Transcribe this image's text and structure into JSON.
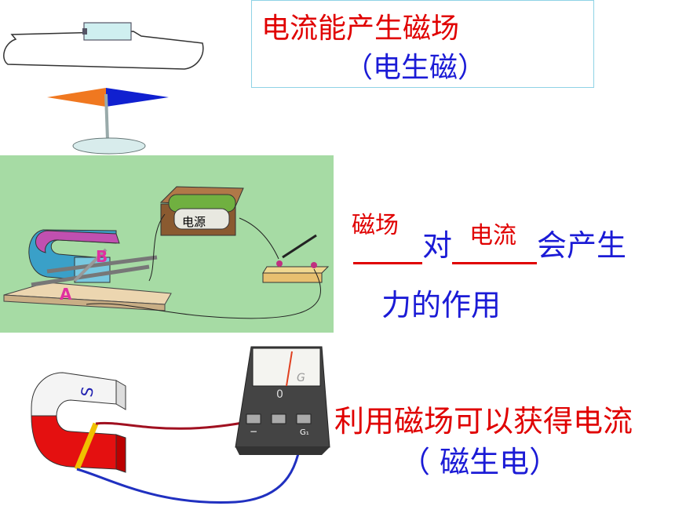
{
  "title": {
    "line1": "电流能产生磁场",
    "line2": "（电生磁）"
  },
  "middle": {
    "blank_word1": "磁场",
    "blank_word2": "电流",
    "connector": "对",
    "tail": "会产生",
    "line2": "力的作用"
  },
  "motor_figure": {
    "label_a": "A",
    "label_b": "B",
    "power_label": "电源"
  },
  "bottom": {
    "line1": "利用磁场可以获得电流",
    "line2": "（ 磁生电）"
  },
  "galvanometer": {
    "dial_label": "G",
    "center_mark": "0",
    "terminal_minus": "−",
    "terminal_g": "G₁"
  },
  "magnet": {
    "pole_s": "S"
  },
  "colors": {
    "red_text": "#e00000",
    "blue_text": "#1b1bd6",
    "panel_green": "#a6dba4",
    "title_border": "#8fd3e6"
  }
}
